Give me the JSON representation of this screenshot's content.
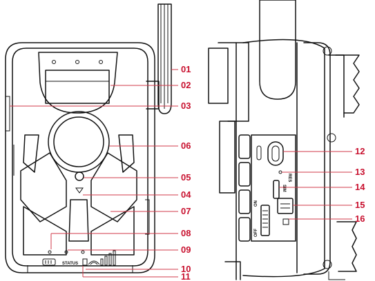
{
  "front_view": {
    "status_label": "STATUS",
    "callouts": [
      {
        "id": "01",
        "label": "01"
      },
      {
        "id": "02",
        "label": "02"
      },
      {
        "id": "03",
        "label": "03"
      },
      {
        "id": "06",
        "label": "06"
      },
      {
        "id": "05",
        "label": "05"
      },
      {
        "id": "04",
        "label": "04"
      },
      {
        "id": "07",
        "label": "07"
      },
      {
        "id": "08",
        "label": "08"
      },
      {
        "id": "09",
        "label": "09"
      },
      {
        "id": "10",
        "label": "10"
      },
      {
        "id": "11",
        "label": "11"
      }
    ]
  },
  "side_view": {
    "switch_on_label": "ON",
    "switch_off_label": "OFF",
    "sim_label": "SIM",
    "reset_label": "RES",
    "callouts": [
      {
        "id": "12",
        "label": "12"
      },
      {
        "id": "13",
        "label": "13"
      },
      {
        "id": "14",
        "label": "14"
      },
      {
        "id": "15",
        "label": "15"
      },
      {
        "id": "16",
        "label": "16"
      }
    ]
  },
  "colors": {
    "callout": "#c8102e",
    "line": "#111111"
  }
}
